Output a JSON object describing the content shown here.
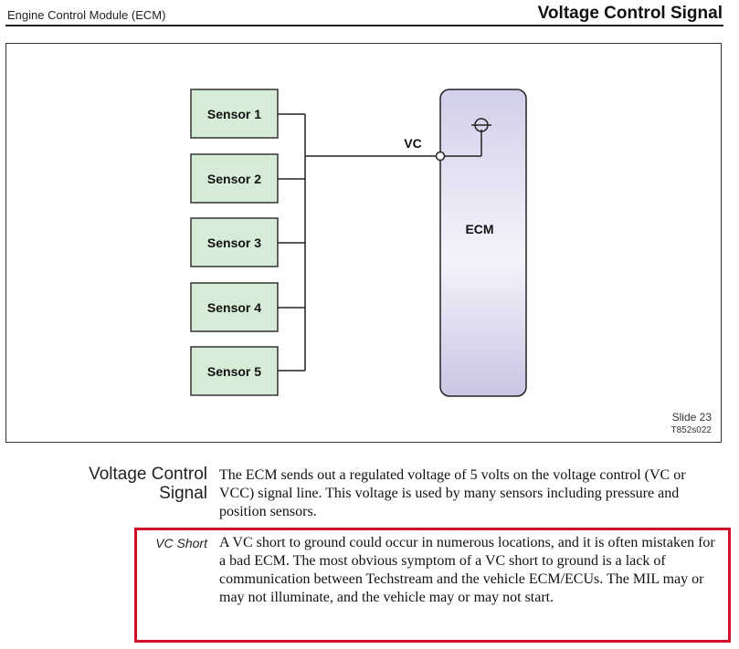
{
  "header": {
    "left": "Engine Control Module (ECM)",
    "right": "Voltage Control Signal"
  },
  "diagram": {
    "sensors": [
      "Sensor 1",
      "Sensor 2",
      "Sensor 3",
      "Sensor 4",
      "Sensor 5"
    ],
    "vc_label": "VC",
    "ecm_label": "ECM",
    "slide": "Slide 23",
    "code": "T852s022"
  },
  "section": {
    "heading": "Voltage Control Signal",
    "body": "The ECM sends out a regulated voltage of 5 volts on the voltage control (VC or VCC) signal line. This voltage is used by many sensors including pressure and position sensors."
  },
  "highlight": {
    "heading": "VC Short",
    "body": "A VC short to ground could occur in numerous locations, and it is often mistaken for a bad ECM. The most obvious symptom of a VC short to ground is a lack of communication between Techstream and the vehicle ECM/ECUs. The MIL may or may not illuminate, and the vehicle may or may not start."
  },
  "colors": {
    "sensor_fill": "#d7ecd6",
    "ecm_fill": "#cfcde8",
    "highlight_border": "#d0102b"
  }
}
